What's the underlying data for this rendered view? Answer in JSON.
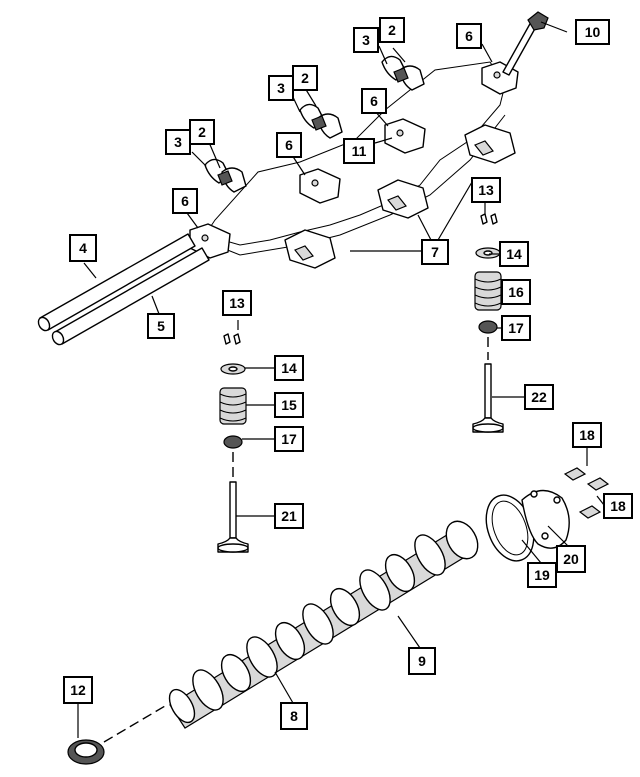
{
  "diagram": {
    "callouts": [
      "2",
      "3",
      "6",
      "10",
      "2",
      "3",
      "6",
      "11",
      "2",
      "3",
      "6",
      "13",
      "7",
      "4",
      "14",
      "16",
      "5",
      "13",
      "17",
      "14",
      "15",
      "22",
      "17",
      "18",
      "21",
      "18",
      "20",
      "19",
      "9",
      "12",
      "8"
    ]
  }
}
